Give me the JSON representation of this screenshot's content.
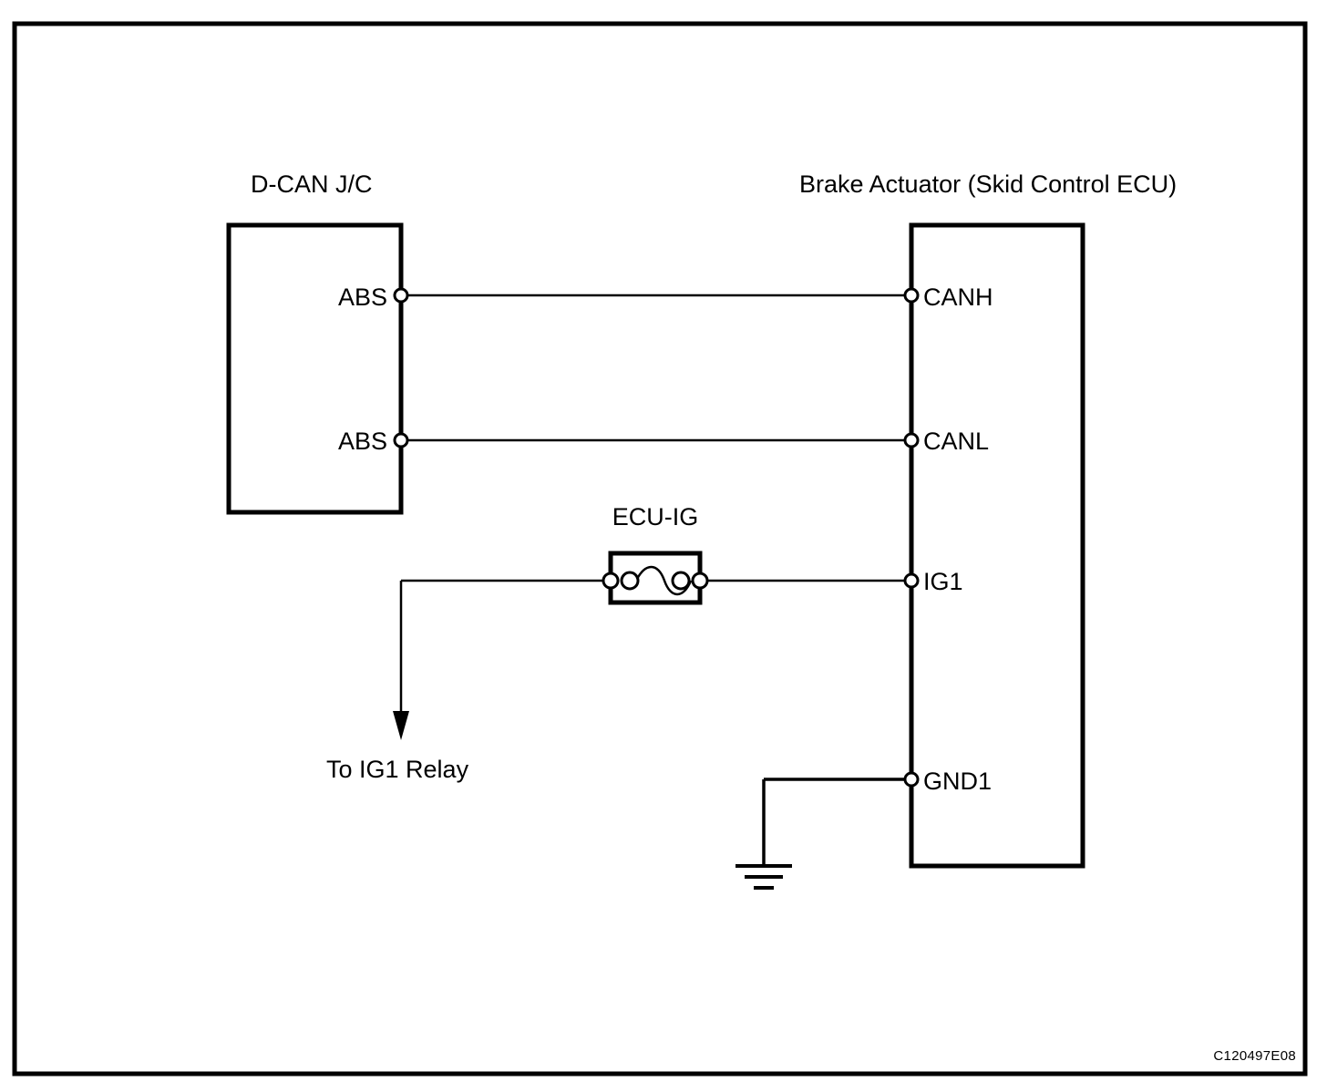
{
  "diagram": {
    "type": "automotive-wiring-diagram",
    "frame_border_color": "#000000",
    "line_color": "#000000",
    "background_color": "#ffffff",
    "reference_code": "C120497E08",
    "components": {
      "left_connector": {
        "title": "D-CAN J/C",
        "terminals": [
          {
            "label": "ABS",
            "connects_to": "CANH"
          },
          {
            "label": "ABS",
            "connects_to": "CANL"
          }
        ]
      },
      "right_connector": {
        "title": "Brake Actuator (Skid Control ECU)",
        "terminals": [
          {
            "label": "CANH"
          },
          {
            "label": "CANL"
          },
          {
            "label": "IG1"
          },
          {
            "label": "GND1"
          }
        ]
      },
      "fuse": {
        "label": "ECU-IG",
        "icon": "fuse-icon"
      },
      "ground": {
        "icon": "ground-icon"
      },
      "branch": {
        "label": "To IG1 Relay",
        "icon": "arrow-down-icon"
      }
    }
  }
}
